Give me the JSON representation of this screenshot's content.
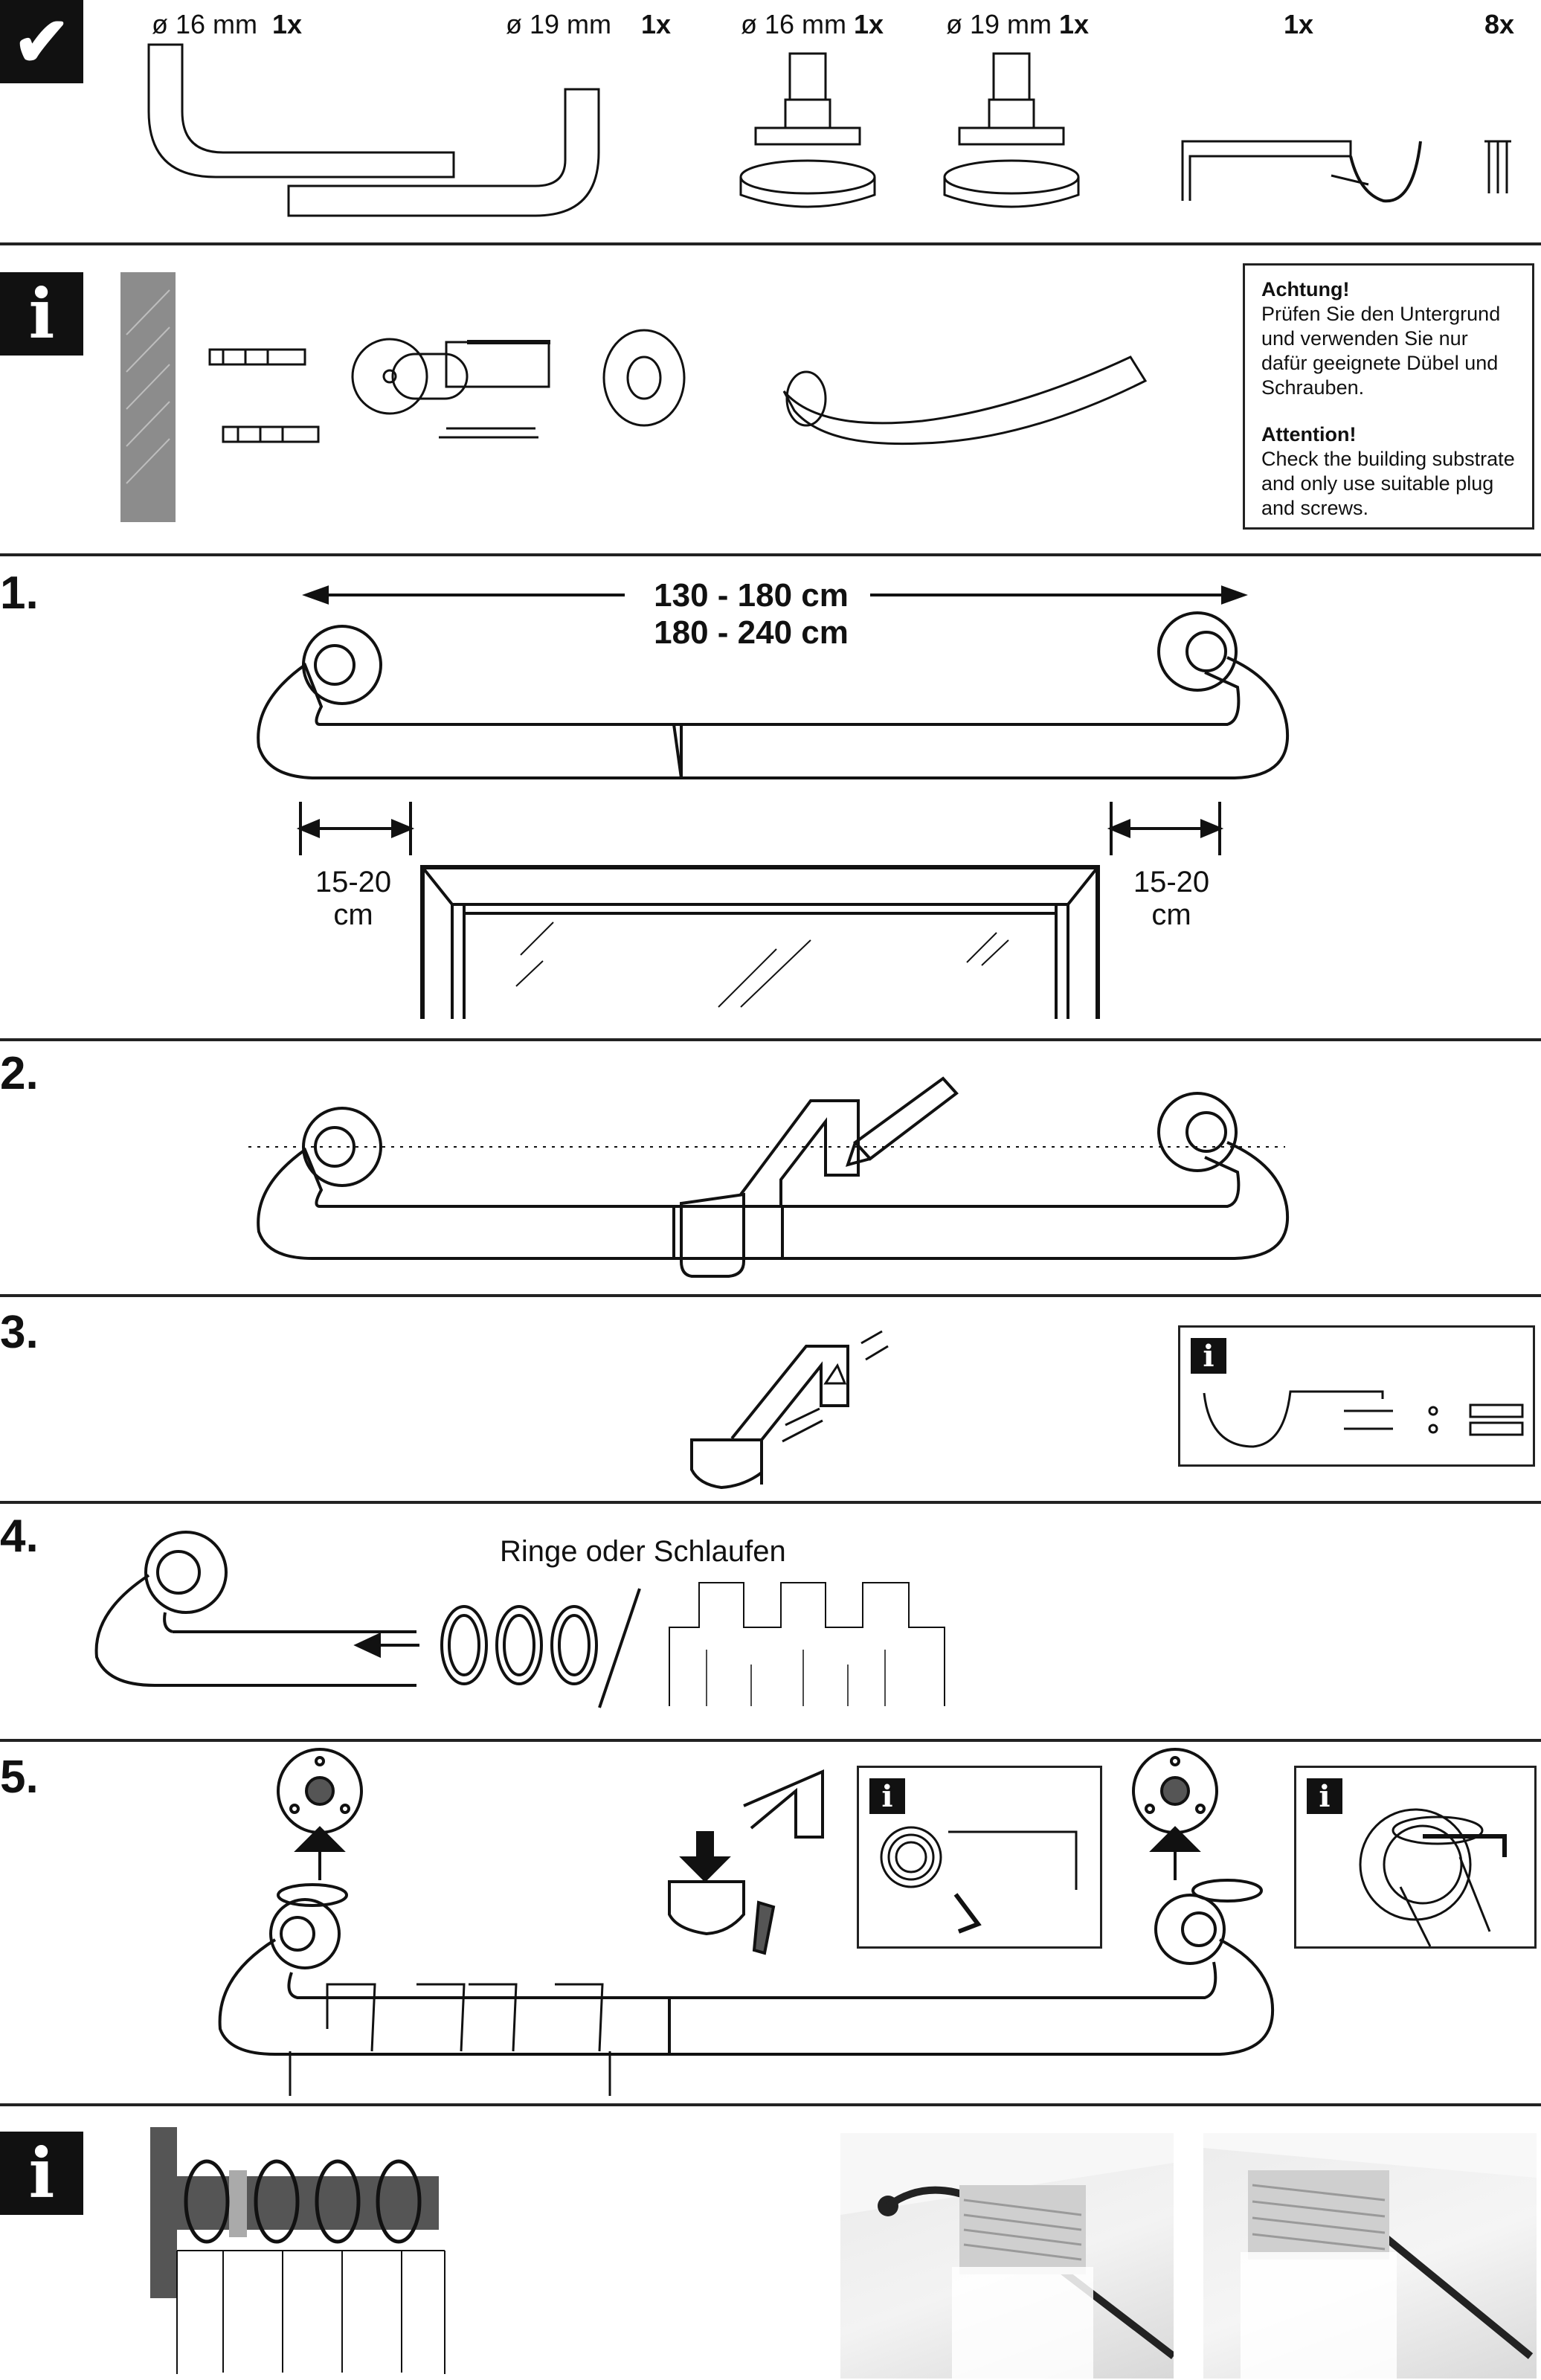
{
  "parts": {
    "badge": "✔",
    "items": [
      {
        "size": "ø 16 mm",
        "qty": "1x"
      },
      {
        "size": "ø 19 mm",
        "qty": "1x"
      },
      {
        "size": "ø 16 mm",
        "qty": "1x"
      },
      {
        "size": "ø 19 mm",
        "qty": "1x"
      },
      {
        "size": "",
        "qty": "1x"
      },
      {
        "size": "",
        "qty": "8x"
      }
    ]
  },
  "info": {
    "badge": "i",
    "note_de_title": "Achtung!",
    "note_de_body": "Prüfen Sie den Untergrund und verwenden Sie nur dafür geeignete Dübel und Schrauben.",
    "note_en_title": "Attention!",
    "note_en_body": "Check the building substrate and only use suitable plug and screws."
  },
  "steps": {
    "s1": {
      "number": "1.",
      "range_a": "130 - 180 cm",
      "range_b": "180 - 240 cm",
      "left_a": "15-20",
      "left_b": "cm",
      "right_a": "15-20",
      "right_b": "cm"
    },
    "s2": {
      "number": "2."
    },
    "s3": {
      "number": "3.",
      "info_badge": "i"
    },
    "s4": {
      "number": "4.",
      "caption": "Ringe oder Schlaufen"
    },
    "s5": {
      "number": "5.",
      "info_badge_a": "i",
      "info_badge_b": "i"
    }
  },
  "final": {
    "badge": "i"
  },
  "colors": {
    "ink": "#111111",
    "wall_grey": "#8c8c8c",
    "rod_dark": "#555555"
  }
}
